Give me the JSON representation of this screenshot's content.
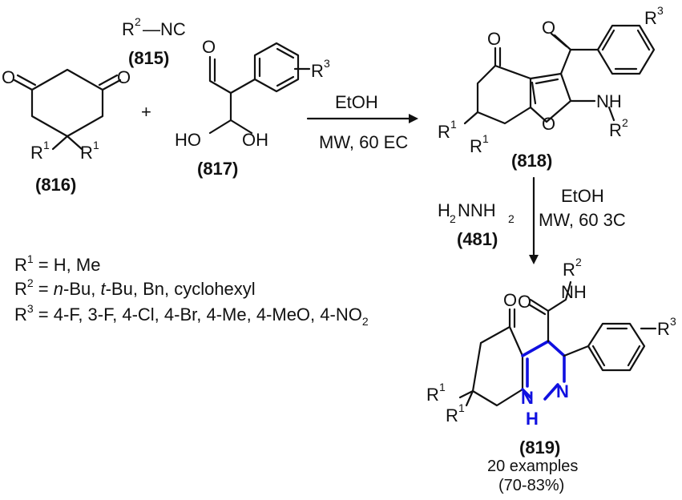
{
  "compounds": {
    "c815": {
      "id": "(815)",
      "r_label": "R",
      "r_sup": "2",
      "rest": "—NC"
    },
    "c816": {
      "id": "(816)"
    },
    "c817": {
      "id": "(817)",
      "ho1": "HO",
      "ho2": "OH"
    },
    "c818": {
      "id": "(818)"
    },
    "c819": {
      "id": "(819)",
      "examples": "20 examples",
      "yield": "(70-83%)"
    },
    "c481": {
      "id": "(481)",
      "formula_left": "H",
      "sub1": "2",
      "formula_mid": "NNH",
      "sub2": "2"
    }
  },
  "plus": "+",
  "step1": {
    "reagent": "EtOH",
    "conditions": "MW, 60 EC"
  },
  "step2": {
    "reagent": "EtOH",
    "conditions": "MW, 60 3C"
  },
  "atoms": {
    "O": "O",
    "R": "R",
    "NH": "NH",
    "N": "N",
    "H": "H",
    "one": "1",
    "two": "2",
    "three": "3"
  },
  "substituents": {
    "r1": {
      "label": "R",
      "sup": "1",
      "text": " = H, Me"
    },
    "r2": {
      "label": "R",
      "sup": "2",
      "text_pre": " = ",
      "italic1": "n",
      "text_mid1": "-Bu, ",
      "italic2": "t",
      "text_mid2": "-Bu, Bn, cyclohexyl"
    },
    "r3": {
      "label": "R",
      "sup": "3",
      "text": " = 4-F, 3-F, 4-Cl, 4-Br, 4-Me, 4-MeO, 4-NO",
      "sub": "2"
    }
  },
  "colors": {
    "highlight": "#1010e0",
    "ink": "#111111"
  }
}
